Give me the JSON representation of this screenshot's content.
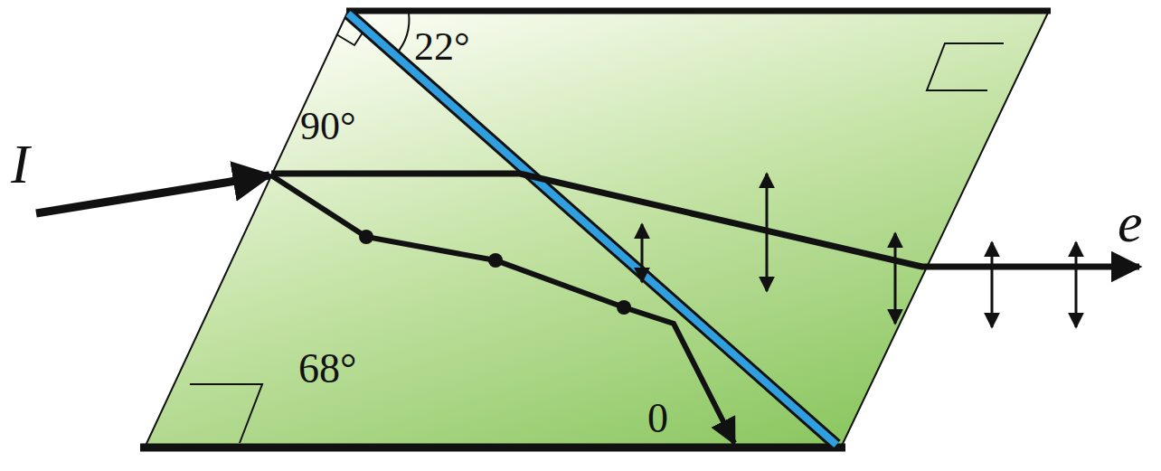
{
  "diagram": {
    "labels": [
      "22°",
      "90°",
      "I",
      "e",
      "68°",
      "0"
    ]
  }
}
